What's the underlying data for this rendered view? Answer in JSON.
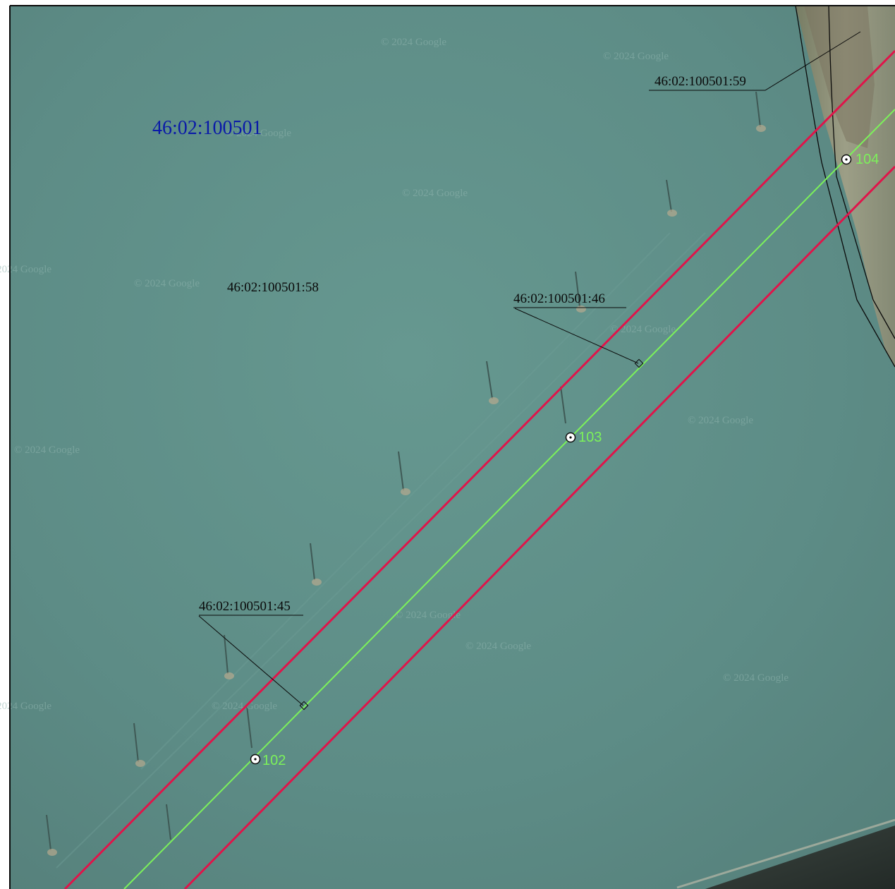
{
  "map": {
    "quarter_label": "46:02:100501",
    "parcels": [
      {
        "id": "parcel-58",
        "label": "46:02:100501:58"
      },
      {
        "id": "parcel-59",
        "label": "46:02:100501:59"
      },
      {
        "id": "parcel-46",
        "label": "46:02:100501:46"
      },
      {
        "id": "parcel-45",
        "label": "46:02:100501:45"
      }
    ],
    "points": [
      {
        "label": "102"
      },
      {
        "label": "103"
      },
      {
        "label": "104"
      }
    ],
    "watermark": "© 2024 Google",
    "colors": {
      "field": "#5e8b85",
      "boundary_red": "#e0144a",
      "axis_green": "#7cf25a",
      "quarter_text": "#0a1aa8",
      "point_label": "#7cf25a",
      "road": "#2d3530"
    }
  }
}
